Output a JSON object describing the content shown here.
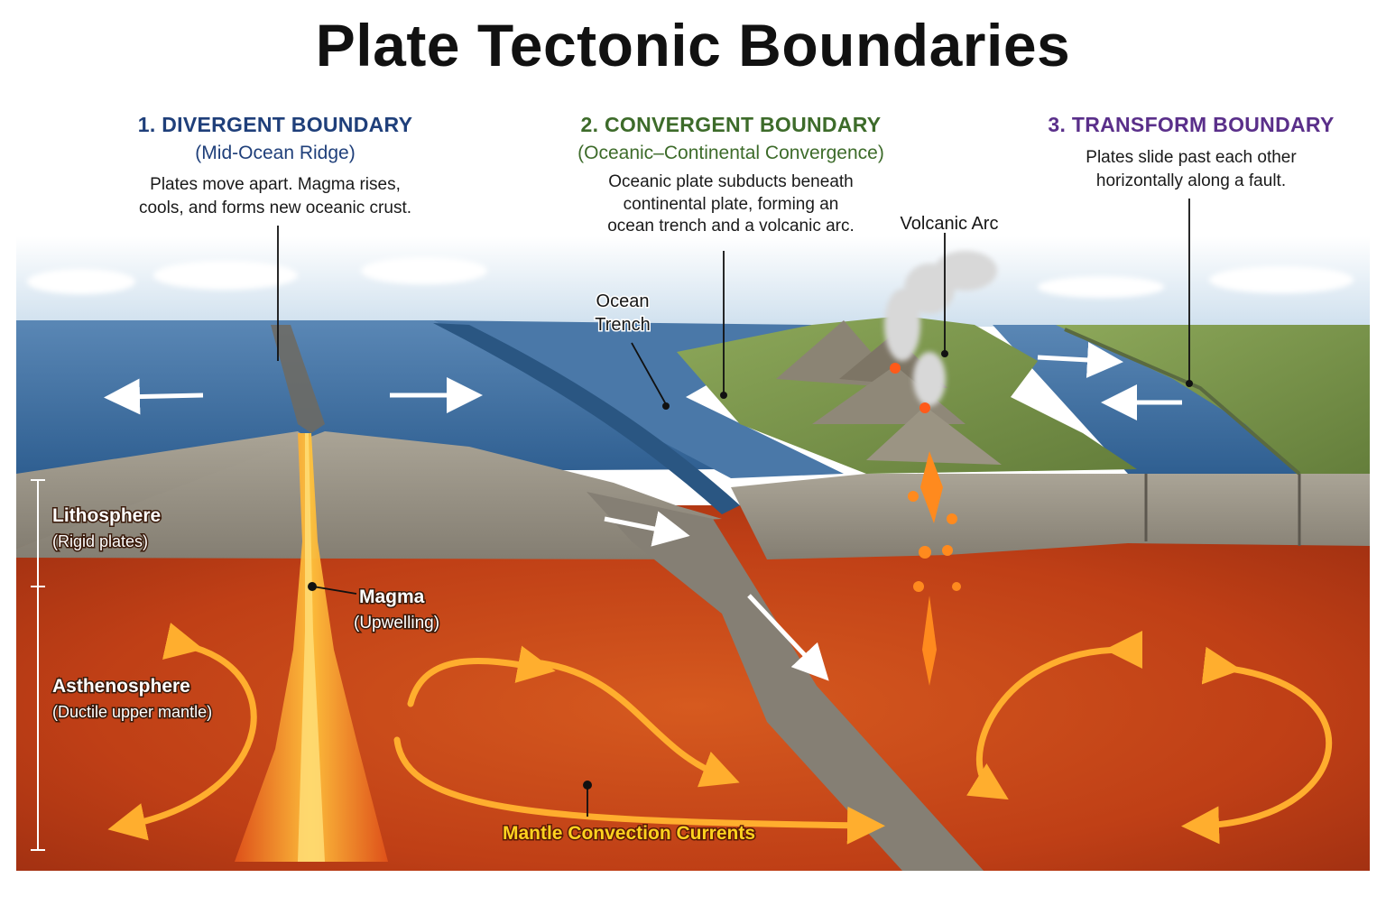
{
  "title": "Plate Tectonic Boundaries",
  "boundaries": [
    {
      "heading": "1. DIVERGENT BOUNDARY",
      "subheading": "(Mid-Ocean Ridge)",
      "description": [
        "Plates move apart. Magma rises,",
        "cools, and forms new oceanic crust."
      ],
      "color": "#1f3f7a"
    },
    {
      "heading": "2. CONVERGENT BOUNDARY",
      "subheading": "(Oceanic–Continental Convergence)",
      "description": [
        "Oceanic plate subducts beneath",
        "continental plate, forming an",
        "ocean trench and a volcanic arc."
      ],
      "color": "#3d6b2a"
    },
    {
      "heading": "3. TRANSFORM BOUNDARY",
      "subheading": "",
      "description": [
        "Plates slide past each other",
        "horizontally along a fault."
      ],
      "color": "#5a2f8a"
    }
  ],
  "labels": {
    "volcanic_arc": "Volcanic Arc",
    "ocean_trench": [
      "Ocean",
      "Trench"
    ],
    "lithosphere": "Lithosphere",
    "lithosphere_sub": "(Rigid plates)",
    "asthenosphere": "Asthenosphere",
    "asthenosphere_sub": "(Ductile upper mantle)",
    "magma": "Magma",
    "magma_sub": "(Upwelling)",
    "mantle_convection": "Mantle Convection Currents"
  },
  "colors": {
    "ocean": "#3d6f9e",
    "crust": "#9a9486",
    "mantle": "#c8461a",
    "magma": "#ff8a1e",
    "land": "#7f9a4e",
    "arrow_convection": "#ffae2e",
    "arrow_plate": "#ffffff",
    "label_highlight": "#ffd21f"
  }
}
